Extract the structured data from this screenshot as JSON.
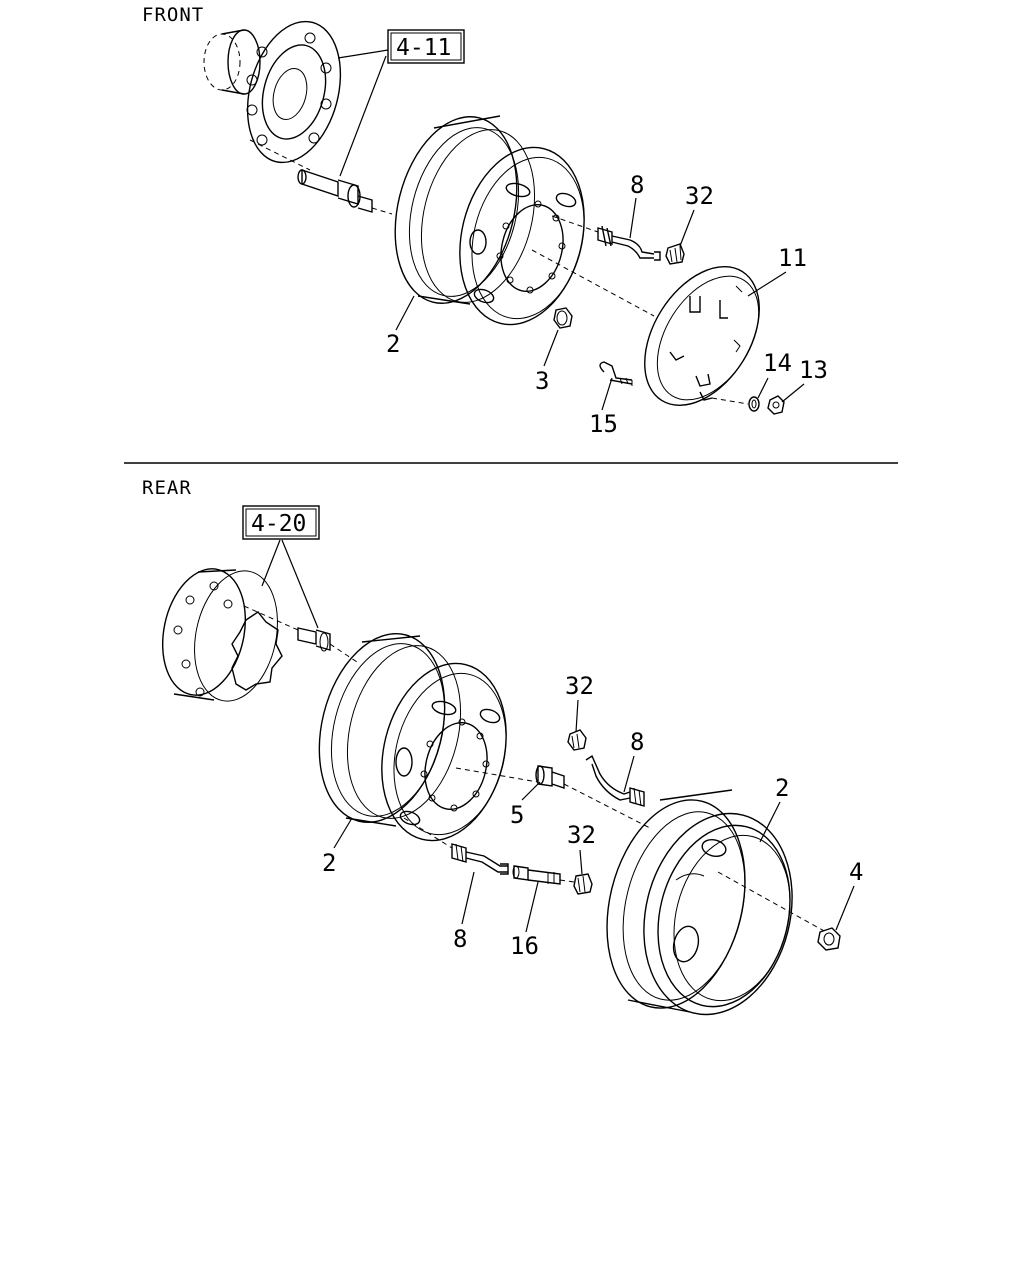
{
  "sections": {
    "front": {
      "label": "FRONT",
      "reference_box": "4-11",
      "callouts": {
        "c2": "2",
        "c3": "3",
        "c8": "8",
        "c32": "32",
        "c11": "11",
        "c14": "14",
        "c13": "13",
        "c15": "15"
      }
    },
    "rear": {
      "label": "REAR",
      "reference_box": "4-20",
      "callouts": {
        "c32a": "32",
        "c8a": "8",
        "c5": "5",
        "c2a": "2",
        "c2b": "2",
        "c4": "4",
        "c32b": "32",
        "c8b": "8",
        "c16": "16"
      }
    }
  }
}
